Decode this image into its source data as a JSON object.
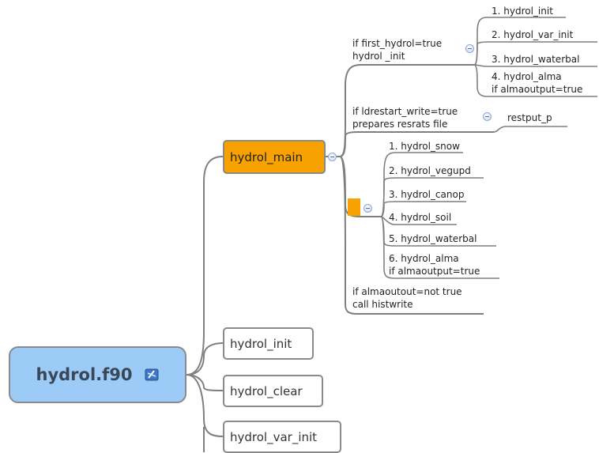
{
  "root": {
    "title": "hydrol.f90",
    "icon": "xcode-project-icon"
  },
  "main": {
    "label": "hydrol_main"
  },
  "side_nodes": [
    "hydrol_init",
    "hydrol_clear",
    "hydrol_var_init"
  ],
  "first_hydrol": {
    "label_line1": "if first_hydrol=true",
    "label_line2": "hydrol _init",
    "children": [
      "1. hydrol_init",
      "2. hydrol_var_init",
      "3. hydrol_waterbal",
      "4. hydrol_alma"
    ],
    "child4_line2": "if almaoutput=true"
  },
  "restart": {
    "label_line1": "if ldrestart_write=true",
    "label_line2": "prepares resrats file",
    "child": "restput_p"
  },
  "steps": {
    "children": [
      "1. hydrol_snow",
      "2. hydrol_vegupd",
      "3. hydrol_canop",
      "4. hydrol_soil",
      "5. hydrol_waterbal",
      "6. hydrol_alma"
    ],
    "child6_line2": "if almaoutput=true"
  },
  "histwrite": {
    "label_line1": "if almaoutout=not true",
    "label_line2": "call histwrite"
  },
  "colors": {
    "root_fill": "#9dcbf8",
    "main_fill": "#f7a200",
    "line": "#7f7f7f"
  }
}
